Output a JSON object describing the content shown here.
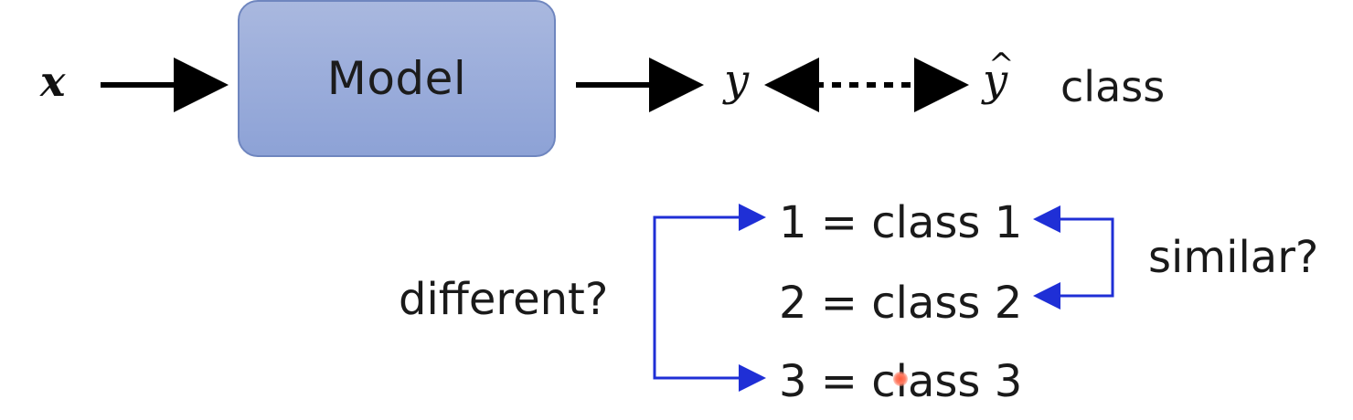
{
  "flow": {
    "input_var": "x",
    "model_label": "Model",
    "output_var": "y",
    "target_var": "y",
    "target_hat": "^",
    "target_caption": "class"
  },
  "classes": {
    "items": [
      {
        "label": "1 = class 1"
      },
      {
        "label": "2 = class 2"
      },
      {
        "label": "3 = class 3"
      }
    ],
    "left_question": "different?",
    "right_question": "similar?"
  },
  "colors": {
    "model_fill": "#98aadb",
    "model_border": "#6f86bf",
    "arrow_black": "#000000",
    "bracket_blue": "#1f2fd6"
  }
}
